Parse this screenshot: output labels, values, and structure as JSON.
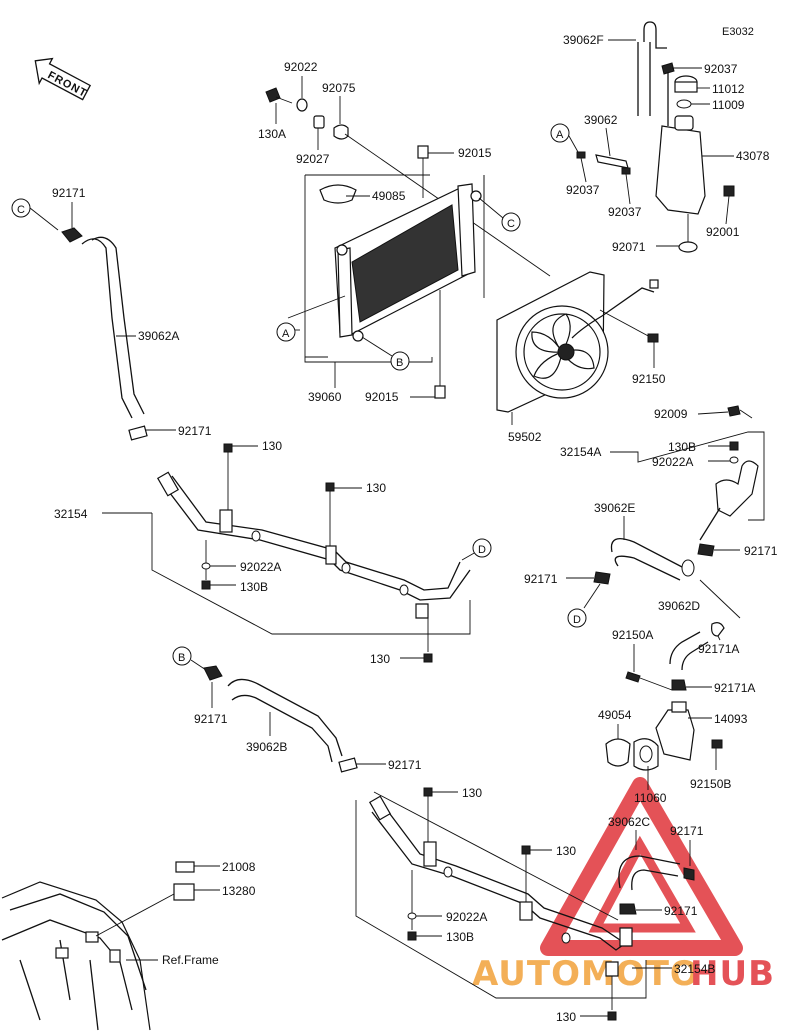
{
  "diagram_code": "E3032",
  "front_label": "FRONT",
  "ref_frame_label": "Ref.Frame",
  "watermark": {
    "text_a": "AUTOMOTO",
    "text_b": "HUB",
    "color_red": "#e0353a",
    "color_orange": "#f2a23a"
  },
  "callout_letters": [
    "A",
    "B",
    "C",
    "D"
  ],
  "parts": {
    "p39062F": "39062F",
    "p92037a": "92037",
    "p11012": "11012",
    "p11009": "11009",
    "p43078": "43078",
    "p39062": "39062",
    "p92037b": "92037",
    "p92037c": "92037",
    "p92001": "92001",
    "p92071": "92071",
    "p92022": "92022",
    "p92075": "92075",
    "p130A": "130A",
    "p92027": "92027",
    "p92015a": "92015",
    "p49085": "49085",
    "p39060": "39060",
    "p92015b": "92015",
    "p92150": "92150",
    "p59502": "59502",
    "p92171a": "92171",
    "p39062A": "39062A",
    "p92171b": "92171",
    "p130a": "130",
    "p130b": "130",
    "p32154": "32154",
    "p92022A": "92022A",
    "p130B": "130B",
    "p130c": "130",
    "p92009": "92009",
    "p32154A": "32154A",
    "p130B2": "130B",
    "p92022A2": "92022A",
    "p39062E": "39062E",
    "p92171c": "92171",
    "p92171d": "92171",
    "p39062D": "39062D",
    "p92150A": "92150A",
    "p92171A": "92171A",
    "p92171A2": "92171A",
    "p49054": "49054",
    "p14093": "14093",
    "p92150B": "92150B",
    "p11060": "11060",
    "p92171e": "92171",
    "p39062B": "39062B",
    "p92171f": "92171",
    "p130d": "130",
    "p130e": "130",
    "p39062C": "39062C",
    "p92171g": "92171",
    "p92171h": "92171",
    "p92022A3": "92022A",
    "p130B3": "130B",
    "p32154B": "32154B",
    "p130f": "130",
    "p21008": "21008",
    "p13280": "13280"
  }
}
